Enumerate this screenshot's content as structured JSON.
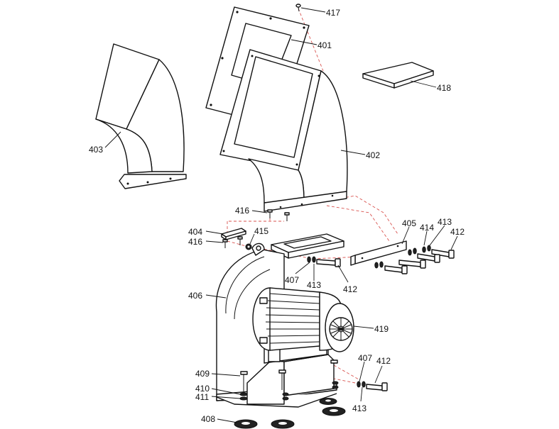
{
  "callouts": [
    {
      "id": "c417",
      "text": "417"
    },
    {
      "id": "c401",
      "text": "401"
    },
    {
      "id": "c418",
      "text": "418"
    },
    {
      "id": "c403",
      "text": "403"
    },
    {
      "id": "c402",
      "text": "402"
    },
    {
      "id": "c416a",
      "text": "416"
    },
    {
      "id": "c404",
      "text": "404"
    },
    {
      "id": "c415",
      "text": "415"
    },
    {
      "id": "c416b",
      "text": "416"
    },
    {
      "id": "c405",
      "text": "405"
    },
    {
      "id": "c414",
      "text": "414"
    },
    {
      "id": "c413a",
      "text": "413"
    },
    {
      "id": "c412a",
      "text": "412"
    },
    {
      "id": "c407a",
      "text": "407"
    },
    {
      "id": "c413b",
      "text": "413"
    },
    {
      "id": "c412b",
      "text": "412"
    },
    {
      "id": "c406",
      "text": "406"
    },
    {
      "id": "c419",
      "text": "419"
    },
    {
      "id": "c409",
      "text": "409"
    },
    {
      "id": "c410",
      "text": "410"
    },
    {
      "id": "c411",
      "text": "411"
    },
    {
      "id": "c407b",
      "text": "407"
    },
    {
      "id": "c412c",
      "text": "412"
    },
    {
      "id": "c413c",
      "text": "413"
    },
    {
      "id": "c408",
      "text": "408"
    }
  ],
  "colors": {
    "line": "#111111",
    "dashed_centerline": "#d9534f",
    "background": "#ffffff"
  }
}
